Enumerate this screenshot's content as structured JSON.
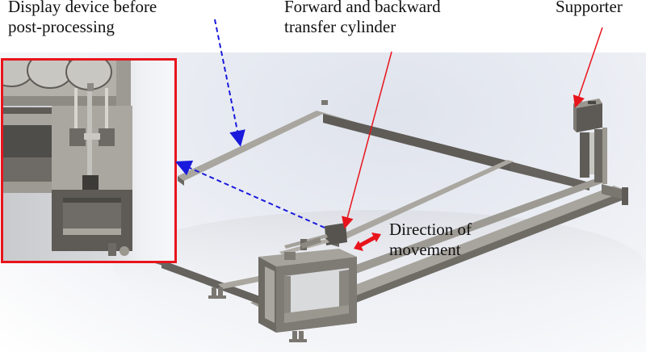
{
  "figure": {
    "type": "mechanical-assembly-diagram",
    "labels": {
      "display_device": {
        "line1": "Display device before",
        "line2": "post-processing"
      },
      "cylinder": {
        "line1": "Forward and backward",
        "line2": "transfer cylinder"
      },
      "supporter": {
        "line1": "Supporter"
      },
      "direction": {
        "line1": "Direction of",
        "line2": "movement"
      }
    },
    "callouts": [
      {
        "from": "display_device",
        "style": "blue-dashed",
        "targets": [
          "frame-rail",
          "inset-zoom"
        ]
      },
      {
        "from": "cylinder",
        "style": "red-solid",
        "target": "transfer-cylinder"
      },
      {
        "from": "supporter",
        "style": "red-solid",
        "target": "supporter-block"
      },
      {
        "from": "direction",
        "style": "red-double-arrow",
        "target": "carriage"
      }
    ],
    "colors": {
      "callout_red": "#e8141c",
      "callout_blue": "#1a1adc",
      "steel": "#8d8a84",
      "steel_dark": "#5f5c57",
      "steel_light": "#b4b1aa",
      "text": "#111111"
    }
  }
}
